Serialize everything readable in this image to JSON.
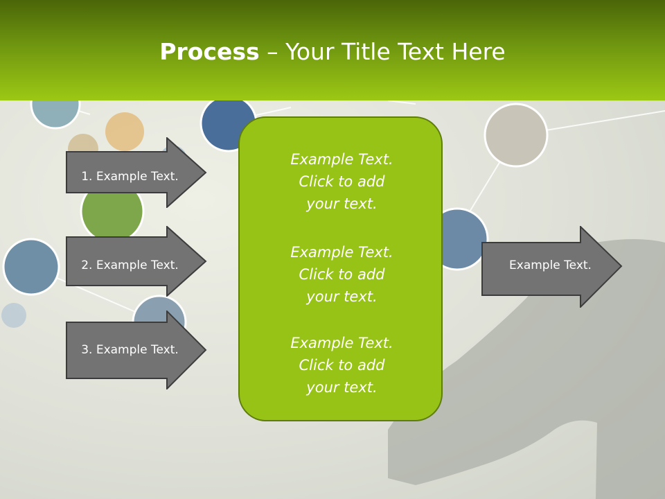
{
  "slide": {
    "title_bold": "Process",
    "title_rest": " – Your Title Text Here",
    "left_items": [
      {
        "label": "1. Example Text."
      },
      {
        "label": "2. Example Text."
      },
      {
        "label": "3. Example Text."
      }
    ],
    "center_blocks": [
      {
        "line1": "Example Text.",
        "line2": "Click  to add",
        "line3": "your text."
      },
      {
        "line1": "Example Text.",
        "line2": "Click  to add",
        "line3": "your text."
      },
      {
        "line1": "Example Text.",
        "line2": "Click  to add",
        "line3": "your text."
      }
    ],
    "right_item": {
      "label": "Example Text."
    }
  },
  "colors": {
    "header_top": "#4a6508",
    "header_bottom": "#9cc814",
    "center_box": "#97c316",
    "arrow_fill": "#737373"
  }
}
